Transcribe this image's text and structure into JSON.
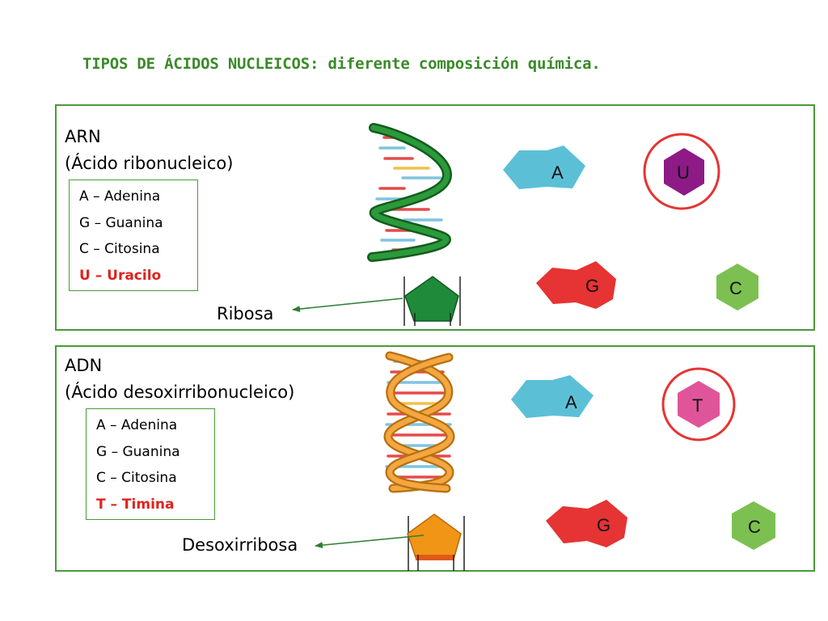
{
  "title": "TIPOS DE ÁCIDOS NUCLEICOS: diferente composición química.",
  "arn": {
    "name": "ARN",
    "full_name": "(Ácido ribonucleico)",
    "bases": [
      "A – Adenina",
      "G – Guanina",
      "C – Citosina"
    ],
    "unique_base": "U – Uracilo",
    "sugar": "Ribosa",
    "base_letters": {
      "a": "A",
      "u": "U",
      "g": "G",
      "c": "C"
    }
  },
  "adn": {
    "name": "ADN",
    "full_name": "(Ácido desoxirribonucleico)",
    "bases": [
      "A – Adenina",
      "G – Guanina",
      "C – Citosina"
    ],
    "unique_base": "T – Timina",
    "sugar": "Desoxirribosa",
    "base_letters": {
      "a": "A",
      "t": "T",
      "g": "G",
      "c": "C"
    }
  },
  "colors": {
    "title": "#3a8a2a",
    "frame": "#4a9a3a",
    "highlight": "#e0221c",
    "adenine": "#5bc0d6",
    "guanine": "#e63333",
    "cytosine": "#7cc051",
    "uracil": "#8e1a86",
    "thymine": "#e0559a",
    "ribose": "#1f8a3a",
    "deoxyribose": "#f19516"
  }
}
